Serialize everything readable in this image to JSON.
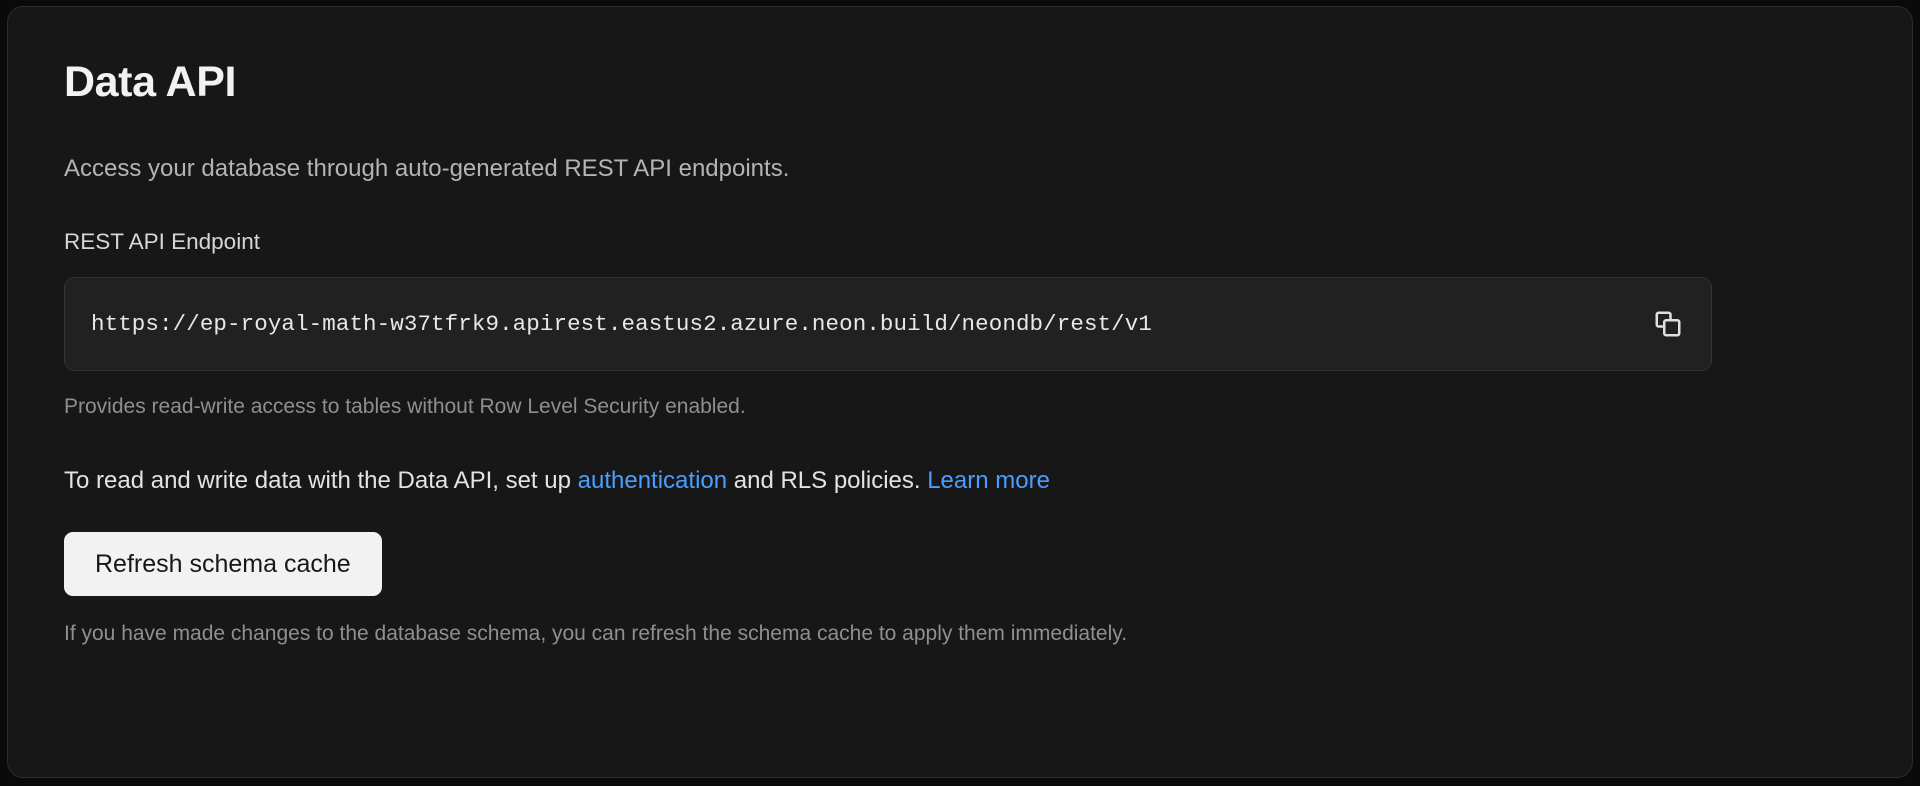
{
  "card": {
    "title": "Data API",
    "description": "Access your database through auto-generated REST API endpoints.",
    "endpoint": {
      "label": "REST API Endpoint",
      "value": "https://ep-royal-math-w37tfrk9.apirest.eastus2.azure.neon.build/neondb/rest/v1",
      "placeholder": "https://",
      "copy_icon": "copy-icon",
      "helper_text": "Provides read-write access to tables without Row Level Security enabled."
    },
    "info": {
      "prefix": "To read and write data with the Data API, set up ",
      "link_auth": "authentication",
      "middle": " and RLS policies. ",
      "link_learn": "Learn more"
    },
    "refresh": {
      "label": "Refresh schema cache",
      "note": "If you have made changes to the database schema, you can refresh the schema cache to apply them immediately."
    }
  },
  "colors": {
    "page_background": "#0a0a0a",
    "card_background": "#171717",
    "card_border": "#2b2b2b",
    "input_background": "#212121",
    "input_border": "#343434",
    "link": "#4a9eff",
    "button_background": "#f2f2f2",
    "button_text": "#171717",
    "muted_text": "#8f8f8f"
  }
}
